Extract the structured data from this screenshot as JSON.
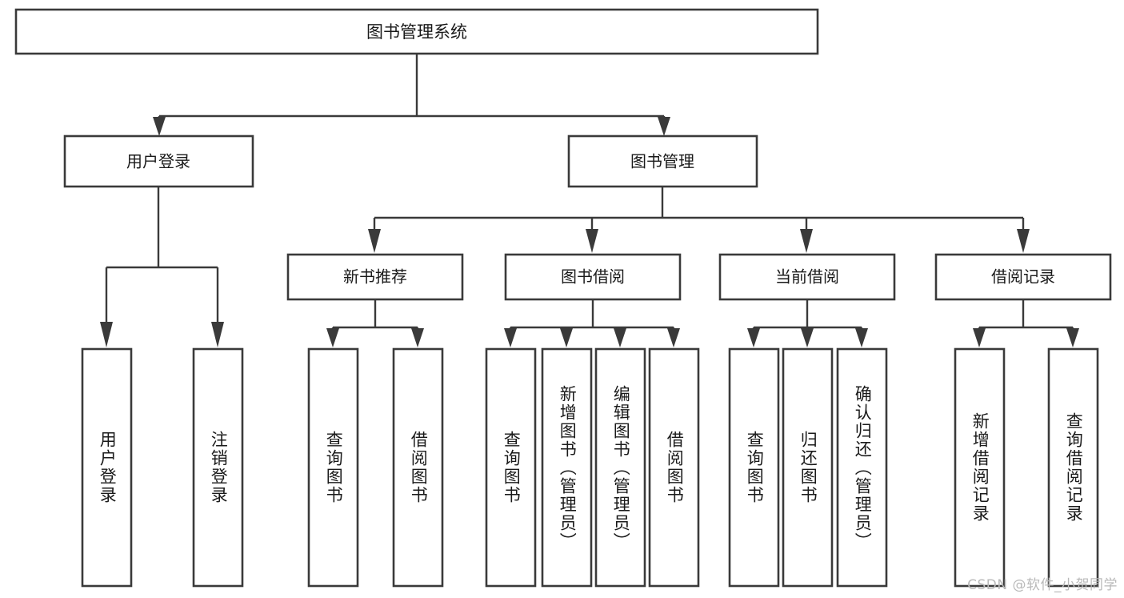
{
  "diagram": {
    "title": "图书管理系统",
    "type": "hierarchy-tree",
    "root": {
      "label": "图书管理系统"
    },
    "level2": [
      {
        "label": "用户登录"
      },
      {
        "label": "图书管理"
      }
    ],
    "level3": [
      {
        "label": "新书推荐"
      },
      {
        "label": "图书借阅"
      },
      {
        "label": "当前借阅"
      },
      {
        "label": "借阅记录"
      }
    ],
    "leaves": {
      "user_login": [
        {
          "label": "用户登录"
        },
        {
          "label": "注销登录"
        }
      ],
      "new_book_recommend": [
        {
          "label": "查询图书"
        },
        {
          "label": "借阅图书"
        }
      ],
      "book_borrow": [
        {
          "label": "查询图书"
        },
        {
          "label": "新增图书（管理员）"
        },
        {
          "label": "编辑图书（管理员）"
        },
        {
          "label": "借阅图书"
        }
      ],
      "current_borrow": [
        {
          "label": "查询图书"
        },
        {
          "label": "归还图书"
        },
        {
          "label": "确认归还（管理员）"
        }
      ],
      "borrow_record": [
        {
          "label": "新增借阅记录"
        },
        {
          "label": "查询借阅记录"
        }
      ]
    },
    "watermark": "CSDN @软件_小贺同学",
    "colors": {
      "stroke": "#3a3a3a",
      "fill": "#ffffff",
      "text": "#1a1a1a",
      "watermark": "#b9b9b9"
    }
  }
}
